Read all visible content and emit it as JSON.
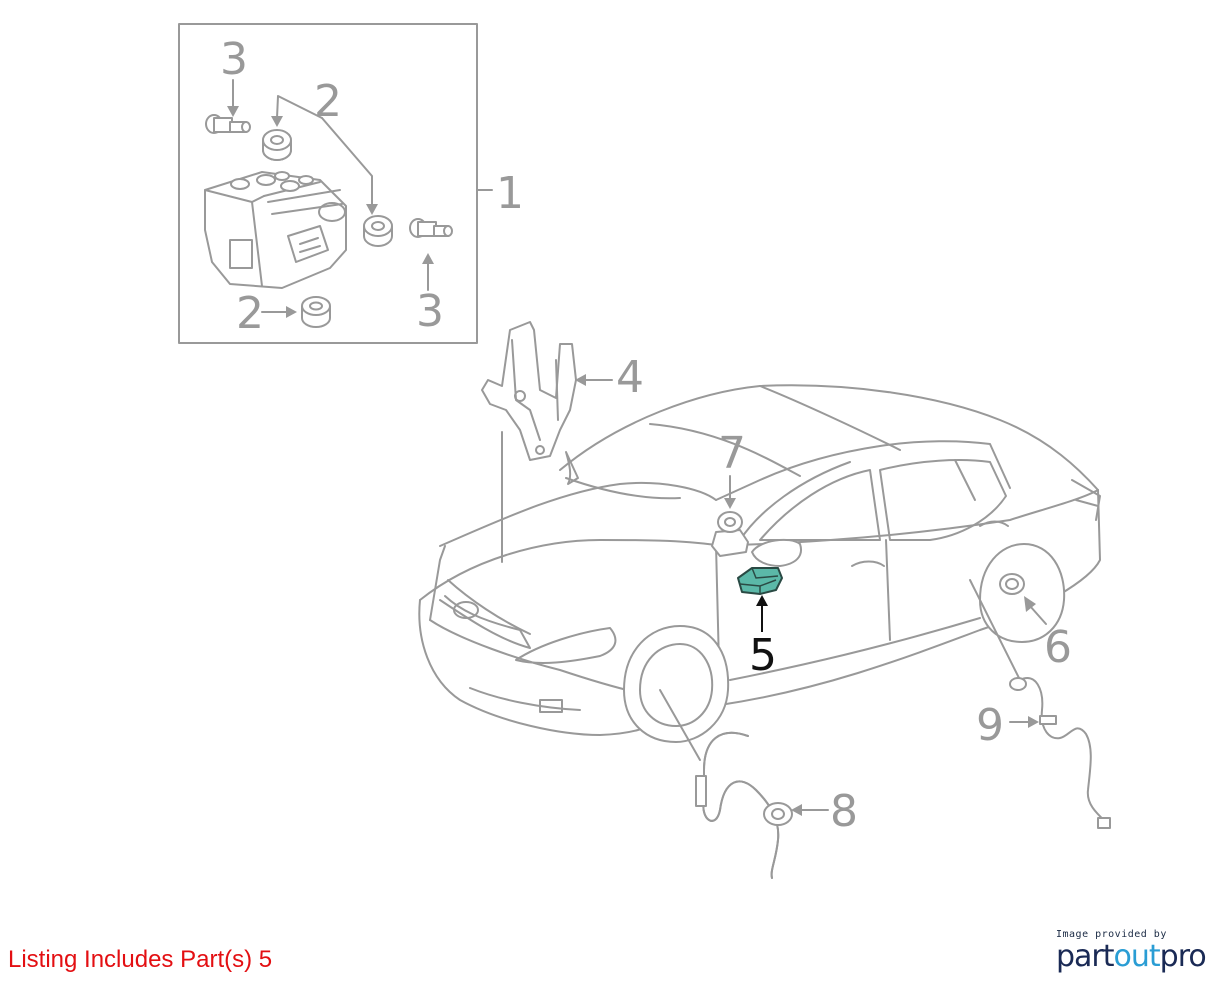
{
  "diagram": {
    "callouts": {
      "c1": "1",
      "c2a": "2",
      "c2b": "2",
      "c3a": "3",
      "c3b": "3",
      "c4": "4",
      "c5": "5",
      "c6": "6",
      "c7": "7",
      "c8": "8",
      "c9": "9"
    },
    "highlighted_part": "5",
    "colors": {
      "line": "#999999",
      "highlight_fill": "#5bb8a8",
      "highlight_text": "#111111",
      "note": "#e30f12"
    }
  },
  "listing_note": "Listing Includes Part(s) 5",
  "credit": {
    "caption": "Image provided by",
    "brand_part1": "part",
    "brand_part2": "out",
    "brand_part3": "pro"
  }
}
